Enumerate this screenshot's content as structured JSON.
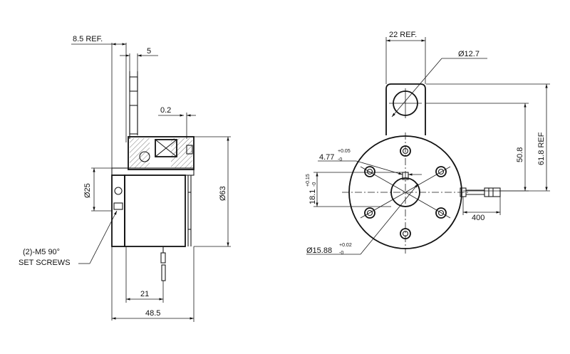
{
  "side_view": {
    "dim_ref_width": "8.5 REF.",
    "dim_flange": "5",
    "dim_gap": "0.2",
    "dim_shaft_dia": "Ø25",
    "dim_outer_dia": "Ø63",
    "dim_body_len": "21",
    "dim_total_len": "48.5",
    "callout_line1": "(2)-M5 90°",
    "callout_line2": "SET SCREWS"
  },
  "front_view": {
    "dim_tab_width": "22 REF.",
    "dim_hole_dia": "Ø12.7",
    "dim_hole_height": "50.8",
    "dim_overall_height": "61.8 REF",
    "dim_keyway_width": "4.77",
    "tol_keyway_upper": "+0.05",
    "tol_keyway_lower": "-0",
    "dim_keyway_depth": "18.1",
    "tol_depth_upper": "+0.15",
    "tol_depth_lower": "-0",
    "dim_bore_dia": "Ø15.88",
    "tol_bore_upper": "+0.02",
    "tol_bore_lower": "-0",
    "dim_lead_length": "400"
  }
}
